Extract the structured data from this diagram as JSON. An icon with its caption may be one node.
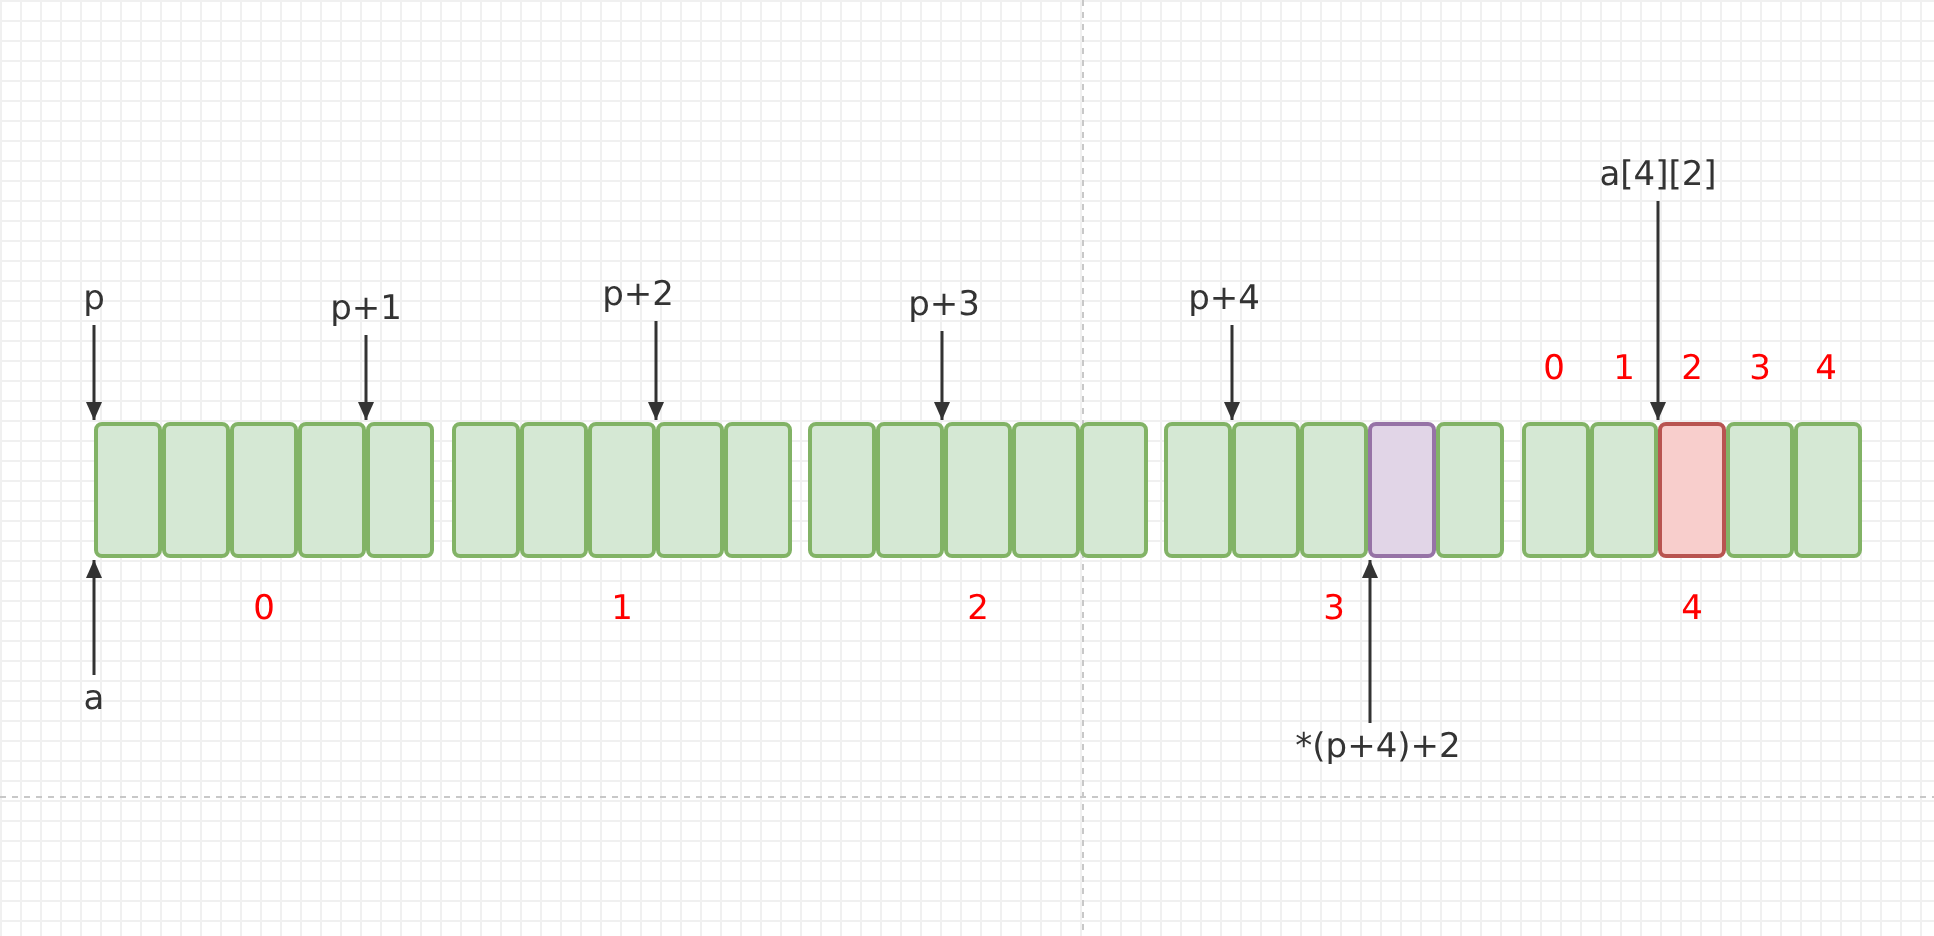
{
  "diagram": {
    "nodes": [
      {
        "text": [
          "a[4][2]"
        ]
      },
      {
        "text": [
          "p"
        ]
      },
      {
        "text": [
          "p+1"
        ]
      },
      {
        "text": [
          "p+2"
        ]
      },
      {
        "text": [
          "p+3"
        ]
      },
      {
        "text": [
          "p+4"
        ]
      },
      {
        "text": [],
        "shape": "box"
      },
      {
        "text": [],
        "shape": "box"
      },
      {
        "text": [],
        "shape": "box"
      },
      {
        "text": [],
        "shape": "box"
      },
      {
        "text": [],
        "shape": "box"
      },
      {
        "text": [],
        "shape": "box"
      },
      {
        "text": [],
        "shape": "box"
      },
      {
        "text": [],
        "shape": "box"
      },
      {
        "text": [],
        "shape": "box"
      },
      {
        "text": [],
        "shape": "box"
      },
      {
        "text": [],
        "shape": "box"
      },
      {
        "text": [],
        "shape": "box"
      },
      {
        "text": [],
        "shape": "box"
      },
      {
        "text": [],
        "shape": "box"
      },
      {
        "text": [],
        "shape": "box"
      },
      {
        "text": [],
        "shape": "box"
      },
      {
        "text": [],
        "shape": "box"
      },
      {
        "text": [],
        "shape": "box"
      },
      {
        "text": [],
        "shape": "box"
      },
      {
        "text": [],
        "shape": "box"
      },
      {
        "text": [],
        "shape": "box"
      },
      {
        "text": [],
        "shape": "box"
      },
      {
        "text": [],
        "shape": "box"
      },
      {
        "text": [],
        "shape": "box"
      },
      {
        "text": [],
        "shape": "box"
      },
      {
        "text": [
          "a"
        ]
      },
      {
        "text": [
          "*(p+4)+2"
        ]
      }
    ],
    "edges": [
      {
        "from": 0,
        "to": 28,
        "arrow": "to"
      },
      {
        "from": 1,
        "to": 6,
        "arrow": "to"
      },
      {
        "from": 2,
        "to": 10,
        "arrow": "to"
      },
      {
        "from": 3,
        "to": 14,
        "arrow": "to"
      },
      {
        "from": 4,
        "to": 18,
        "arrow": "to"
      },
      {
        "from": 5,
        "to": 22,
        "arrow": "to"
      },
      {
        "from": 31,
        "to": 6,
        "arrow": "to"
      },
      {
        "from": 32,
        "to": 24,
        "arrow": "to"
      }
    ],
    "labels": [
      "0",
      "1",
      "2",
      "3",
      "4",
      "0",
      "1",
      "2",
      "3",
      "4"
    ]
  }
}
